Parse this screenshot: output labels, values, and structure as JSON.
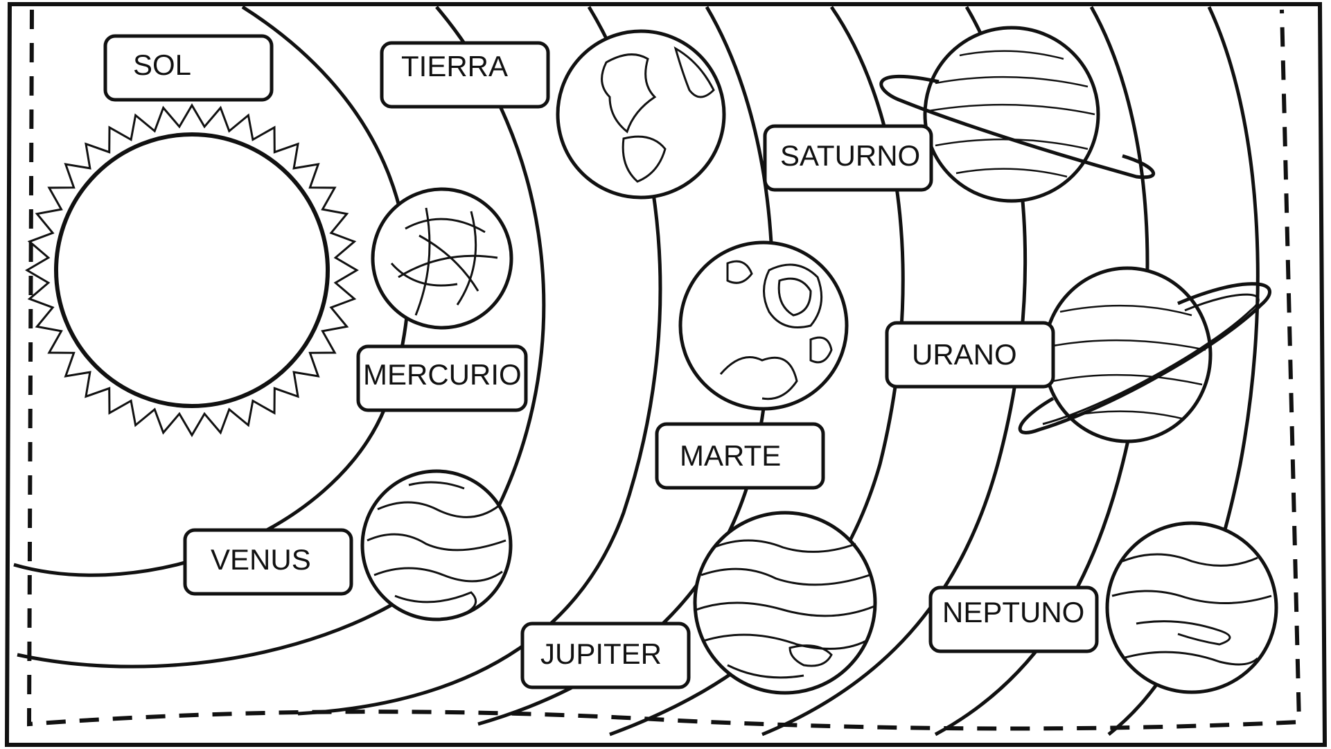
{
  "labels": {
    "sol": "SOL",
    "tierra": "TIERRA",
    "mercurio": "MERCURIO",
    "venus": "VENUS",
    "saturno": "SATURNO",
    "marte": "MARTE",
    "jupiter": "JUPITER",
    "urano": "URANO",
    "neptuno": "NEPTUNO"
  },
  "colors": {
    "line": "#111111",
    "background": "#ffffff"
  }
}
